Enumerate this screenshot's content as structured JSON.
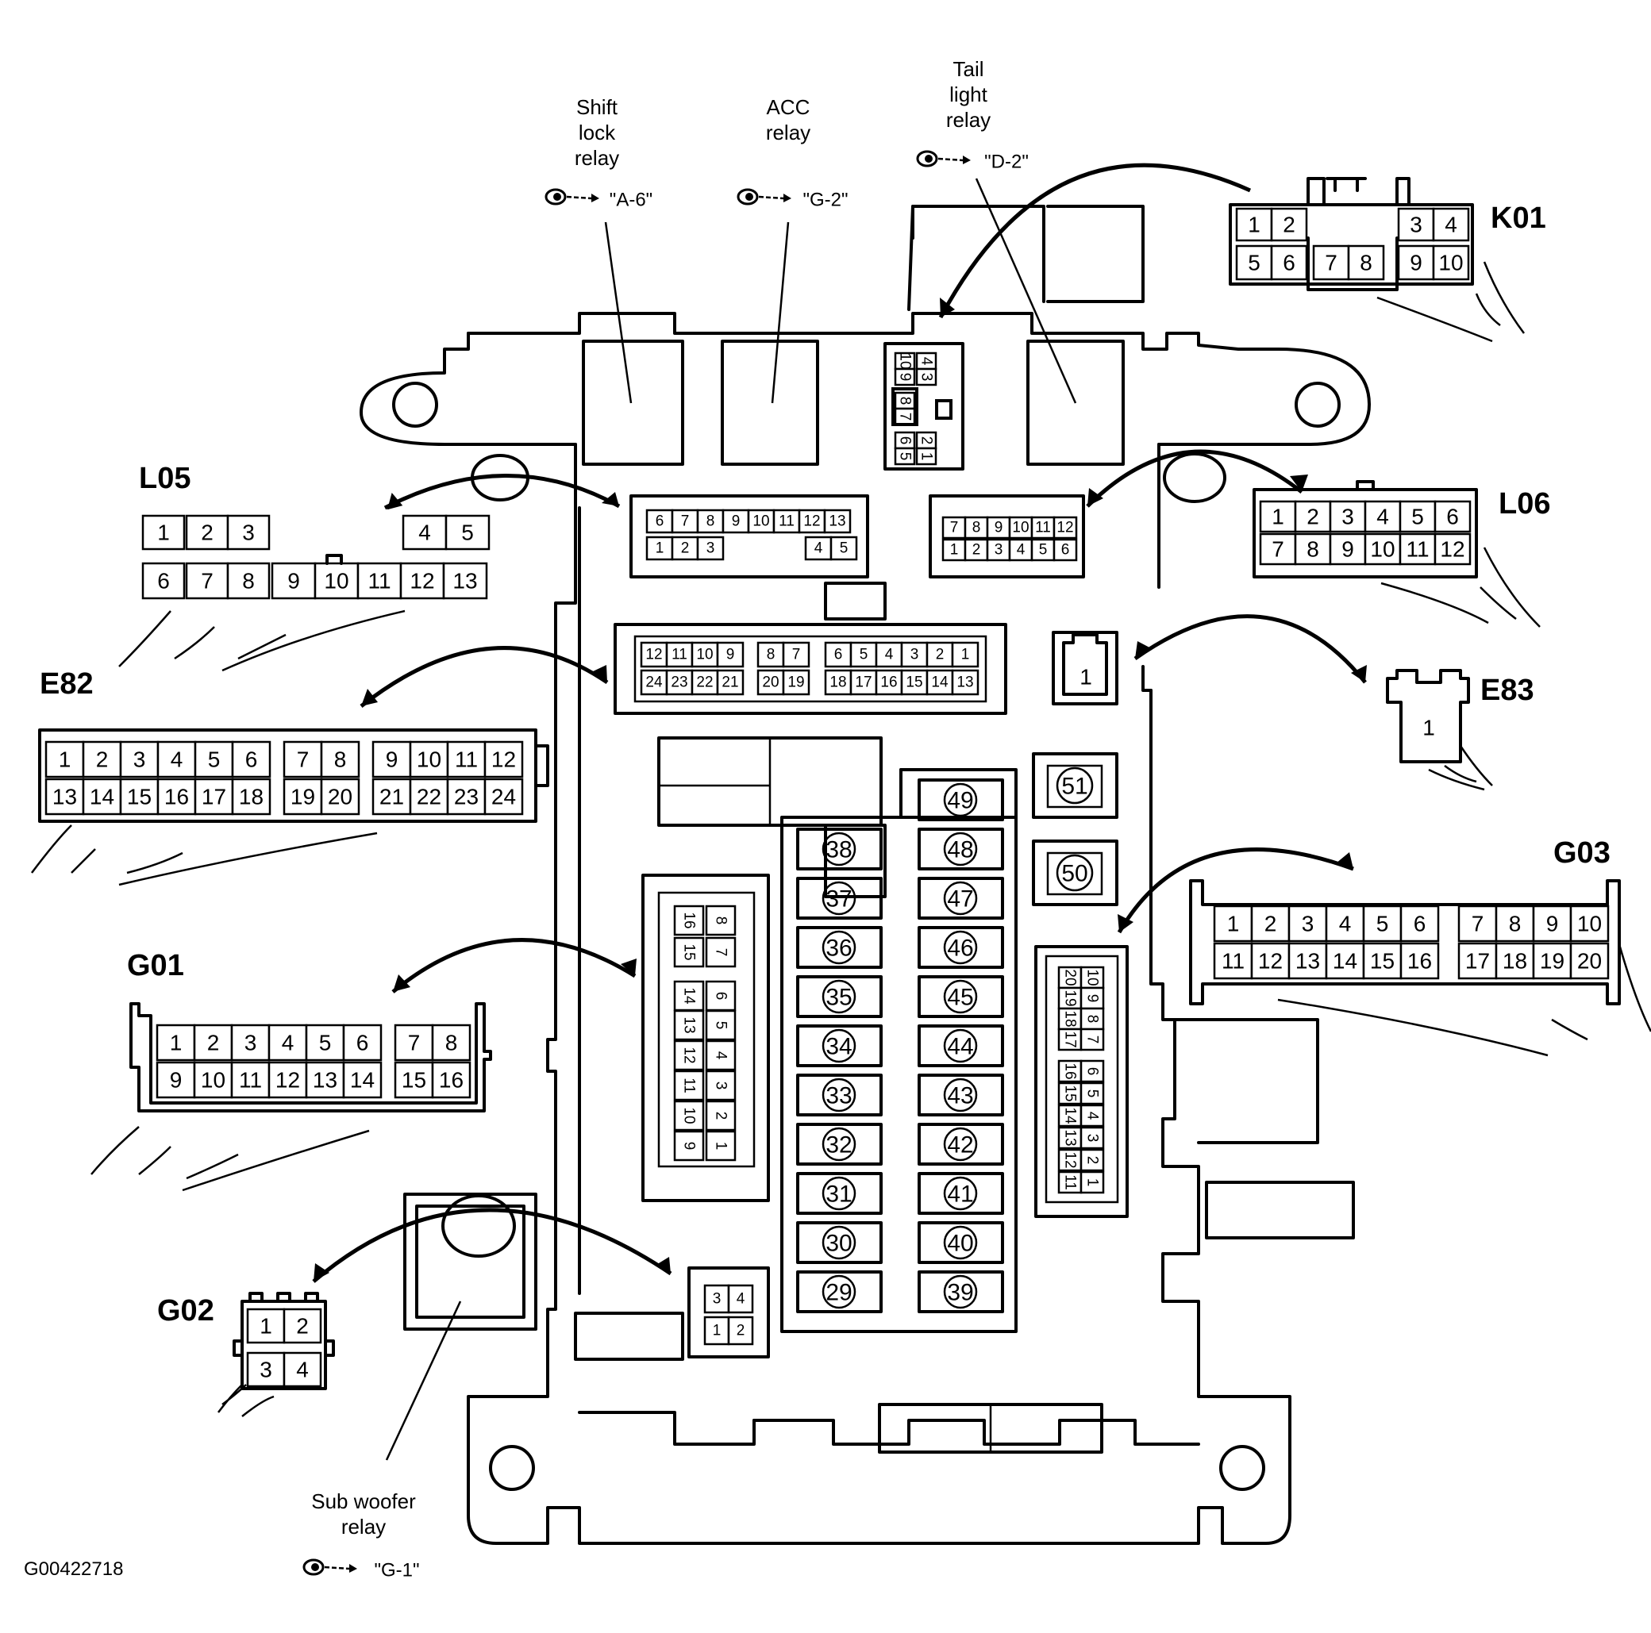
{
  "figure_id": "G00422718",
  "relays": [
    {
      "key": "shift",
      "lines": [
        "Shift",
        "lock",
        "relay"
      ],
      "ref": "\"A-6\""
    },
    {
      "key": "acc",
      "lines": [
        "ACC",
        "relay"
      ],
      "ref": "\"G-2\""
    },
    {
      "key": "tail",
      "lines": [
        "Tail",
        "light",
        "relay"
      ],
      "ref": "\"D-2\""
    },
    {
      "key": "sub",
      "lines": [
        "Sub woofer",
        "relay"
      ],
      "ref": "\"G-1\""
    }
  ],
  "connectors": [
    {
      "id": "K01",
      "rows": [
        [
          "1",
          "2",
          "3",
          "4"
        ],
        [
          "5",
          "6",
          "7",
          "8",
          "9",
          "10"
        ]
      ]
    },
    {
      "id": "L05",
      "rows": [
        [
          "1",
          "2",
          "3",
          "4",
          "5"
        ],
        [
          "6",
          "7",
          "8",
          "9",
          "10",
          "11",
          "12",
          "13"
        ]
      ]
    },
    {
      "id": "L06",
      "rows": [
        [
          "1",
          "2",
          "3",
          "4",
          "5",
          "6"
        ],
        [
          "7",
          "8",
          "9",
          "10",
          "11",
          "12"
        ]
      ]
    },
    {
      "id": "E82",
      "rows": [
        [
          "1",
          "2",
          "3",
          "4",
          "5",
          "6",
          "7",
          "8",
          "9",
          "10",
          "11",
          "12"
        ],
        [
          "13",
          "14",
          "15",
          "16",
          "17",
          "18",
          "19",
          "20",
          "21",
          "22",
          "23",
          "24"
        ]
      ]
    },
    {
      "id": "E83",
      "rows": [
        [
          "1"
        ]
      ]
    },
    {
      "id": "G01",
      "rows": [
        [
          "1",
          "2",
          "3",
          "4",
          "5",
          "6",
          "7",
          "8"
        ],
        [
          "9",
          "10",
          "11",
          "12",
          "13",
          "14",
          "15",
          "16"
        ]
      ]
    },
    {
      "id": "G02",
      "rows": [
        [
          "1",
          "2"
        ],
        [
          "3",
          "4"
        ]
      ]
    },
    {
      "id": "G03",
      "rows": [
        [
          "1",
          "2",
          "3",
          "4",
          "5",
          "6",
          "7",
          "8",
          "9",
          "10"
        ],
        [
          "11",
          "12",
          "13",
          "14",
          "15",
          "16",
          "17",
          "18",
          "19",
          "20"
        ]
      ]
    }
  ],
  "fuses_left": [
    "38",
    "37",
    "36",
    "35",
    "34",
    "33",
    "32",
    "31",
    "30",
    "29"
  ],
  "fuses_right": [
    "49",
    "48",
    "47",
    "46",
    "45",
    "44",
    "43",
    "42",
    "41",
    "40",
    "39"
  ],
  "fuses_single": [
    "51",
    "50"
  ],
  "box_sockets": {
    "top_left": [
      [
        "6",
        "7",
        "8",
        "9",
        "10",
        "11",
        "12",
        "13"
      ],
      [
        "1",
        "2",
        "3",
        "4",
        "5"
      ]
    ],
    "top_right": [
      [
        "7",
        "8",
        "9",
        "10",
        "11",
        "12"
      ],
      [
        "1",
        "2",
        "3",
        "4",
        "5",
        "6"
      ]
    ],
    "middle": [
      [
        "12",
        "11",
        "10",
        "9",
        "8",
        "7",
        "6",
        "5",
        "4",
        "3",
        "2",
        "1"
      ],
      [
        "24",
        "23",
        "22",
        "21",
        "20",
        "19",
        "18",
        "17",
        "16",
        "15",
        "14",
        "13"
      ]
    ],
    "relay_socket": [
      [
        "10",
        "9",
        "4",
        "3"
      ],
      [
        "8",
        "7"
      ],
      [
        "6",
        "5",
        "2",
        "1"
      ]
    ],
    "e83_socket": "1",
    "left_vertical": [
      [
        "16",
        "8"
      ],
      [
        "15",
        "7"
      ],
      [
        "14",
        "6"
      ],
      [
        "13",
        "5"
      ],
      [
        "12",
        "4"
      ],
      [
        "11",
        "3"
      ],
      [
        "10",
        "2"
      ],
      [
        "9",
        "1"
      ]
    ],
    "right_vertical": [
      [
        "20",
        "10"
      ],
      [
        "19",
        "9"
      ],
      [
        "18",
        "8"
      ],
      [
        "17",
        "7"
      ],
      [
        "16",
        "6"
      ],
      [
        "15",
        "5"
      ],
      [
        "14",
        "4"
      ],
      [
        "13",
        "3"
      ],
      [
        "12",
        "2"
      ],
      [
        "11",
        "1"
      ]
    ],
    "g02_socket": [
      [
        "3",
        "4"
      ],
      [
        "1",
        "2"
      ]
    ]
  }
}
